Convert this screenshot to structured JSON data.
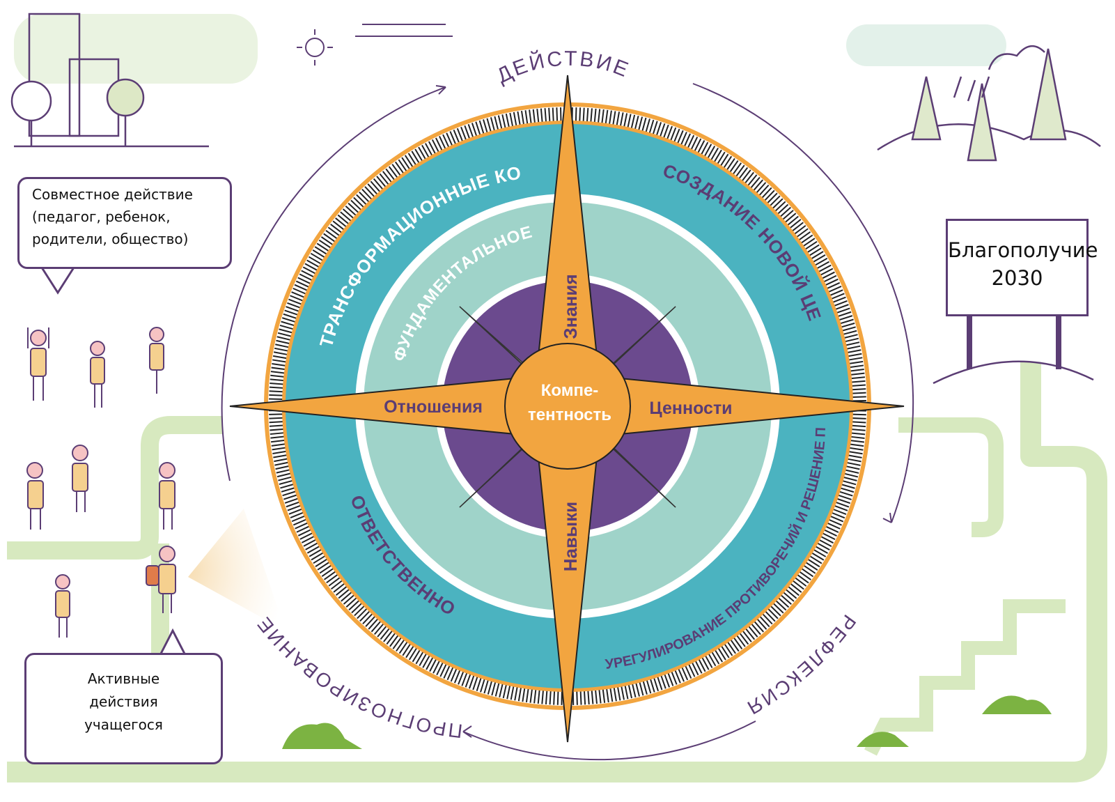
{
  "cycle": {
    "action": "ДЕЙСТВИЕ",
    "reflection": "РЕФЛЕКСИЯ",
    "anticipation": "ПРОГНОЗИРОВАНИЕ"
  },
  "rings": {
    "transformational": "ТРАНСФОРМАЦИОННЫЕ КОМПЕТЕНЦИИ",
    "new_value": "СОЗДАНИЕ НОВОЙ ЦЕННОСТИ",
    "responsibility": "ОТВЕТСТВЕННОСТЬ",
    "tensions": "УРЕГУЛИРОВАНИЕ ПРОТИВОРЕЧИЙ И РЕШЕНИЕ ПРОБЛЕМ",
    "core": "ФУНДАМЕНТАЛЬНОЕ ЯДРО"
  },
  "compass": {
    "knowledge": "Знания",
    "skills": "Навыки",
    "attitudes": "Отношения",
    "values": "Ценности",
    "center_line1": "Компе-",
    "center_line2": "тентность"
  },
  "bubbles": {
    "co_agency": [
      "Совместное действие",
      "(педагог, ребенок,",
      "родители, общество)"
    ],
    "student_agency": [
      "Активные",
      "действия",
      "учащегося"
    ]
  },
  "sign": {
    "line1": "Благополучие",
    "line2": "2030"
  },
  "colors": {
    "teal": "#4bb3c0",
    "light_teal": "#9fd3c9",
    "purple": "#6b4a8e",
    "orange": "#f2a540",
    "path_green": "#d7e9bf",
    "bush_green": "#7cb342",
    "outline": "#5b3d74"
  }
}
